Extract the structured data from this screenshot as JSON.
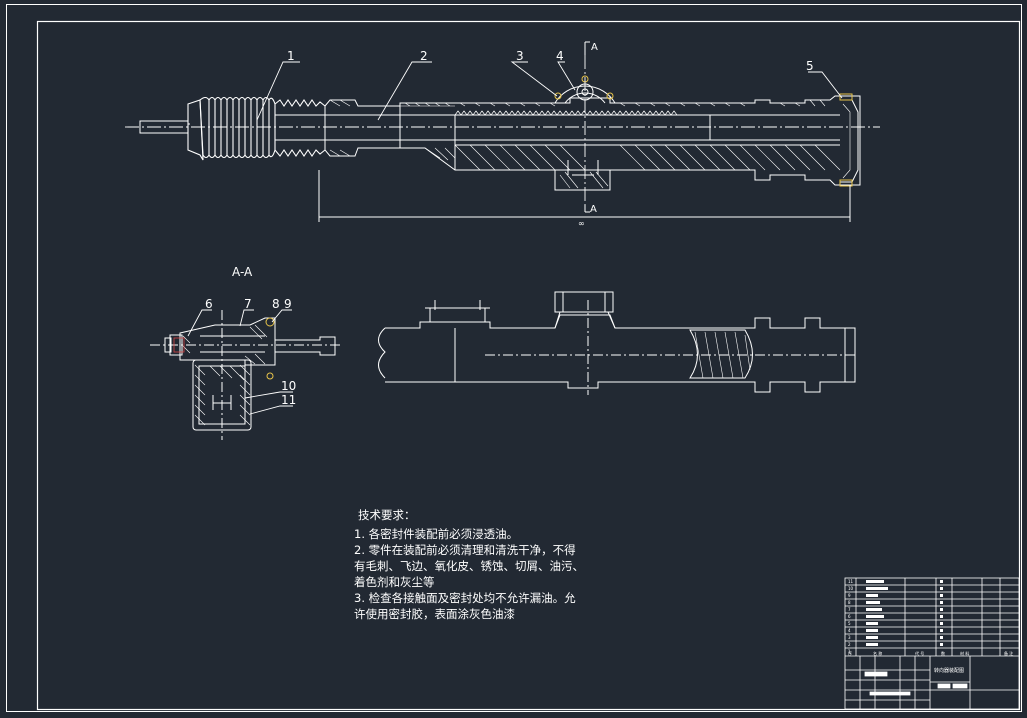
{
  "section_label": "A-A",
  "cut_marks": [
    "A",
    "A"
  ],
  "part_numbers_top": [
    "1",
    "2",
    "3",
    "4",
    "5"
  ],
  "part_numbers_section": [
    "6",
    "7",
    "8",
    "9",
    "10",
    "11"
  ],
  "dimension_text": "∞",
  "notes": {
    "title": "技术要求：",
    "lines": [
      "1. 各密封件装配前必须浸透油。",
      "2. 零件在装配前必须清理和清洗干净，不得",
      "有毛刺、飞边、氧化皮、锈蚀、切屑、油污、",
      "着色剂和灰尘等",
      "3. 检查各接触面及密封处均不允许漏油。允",
      "许使用密封胶，表面涂灰色油漆"
    ]
  },
  "title_block": {
    "row_numbers": [
      "11",
      "10",
      "9",
      "8",
      "7",
      "6",
      "5",
      "4",
      "3",
      "2",
      "1"
    ],
    "header": [
      "序",
      "名 称",
      "代 号",
      "数",
      "材 料",
      "备 注"
    ],
    "drawing_name": "转向器装配图"
  },
  "colors": {
    "background": "#222933",
    "line": "#ffffff",
    "hatch": "#ffffff",
    "red_accent": "#d64545",
    "yellow_accent": "#e8c44a"
  }
}
